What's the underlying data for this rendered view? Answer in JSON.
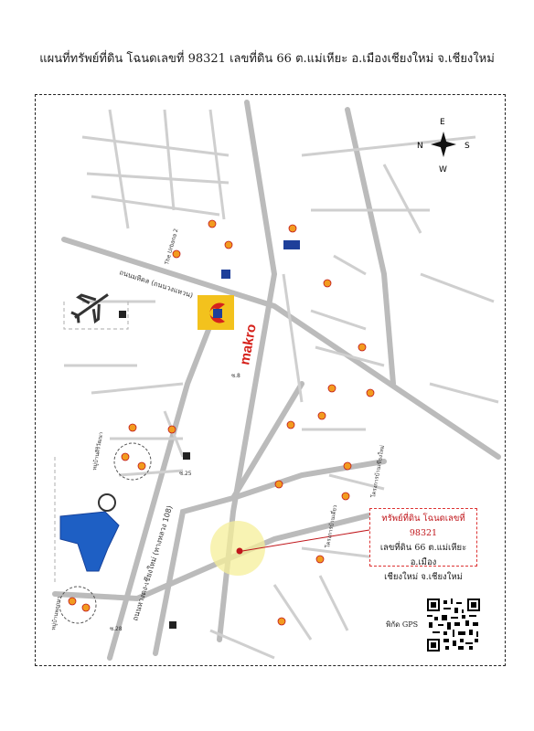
{
  "title": "แผนที่ทรัพย์ที่ดิน โฉนดเลขที่ 98321 เลขที่ดิน 66 ต.แม่เหียะ อ.เมืองเชียงใหม่ จ.เชียงใหม่",
  "compass": {
    "north": "N",
    "south": "S",
    "east": "E",
    "west": "W"
  },
  "roads": {
    "diagonal_road": "ถนนมหิดล (ถนนวงแหวน)",
    "main_road": "ถนนหางดง-เชียงใหม่ (ทางหลวง 108)",
    "soi_8": "ซ.8",
    "soi_25": "ซ.25",
    "soi_28": "ซ.28"
  },
  "places": {
    "makro": "makro",
    "urbana": "The Urbana 2",
    "village_1": "หมู่บ้านศิริวัฒนา",
    "village_2": "หมู่บ้านพฤกษา",
    "village_3": "โครงการบ้านเดี่ยว",
    "village_4": "โครงการบ้านเชียงใหม่"
  },
  "note": {
    "line1": "ทรัพย์ที่ดิน โฉนดเลขที่ 98321",
    "line2": "เลขที่ดิน 66 ต.แม่เหียะ อ.เมือง",
    "line3": "เชียงใหม่ จ.เชียงใหม่"
  },
  "gps_label": "พิกัด GPS"
}
